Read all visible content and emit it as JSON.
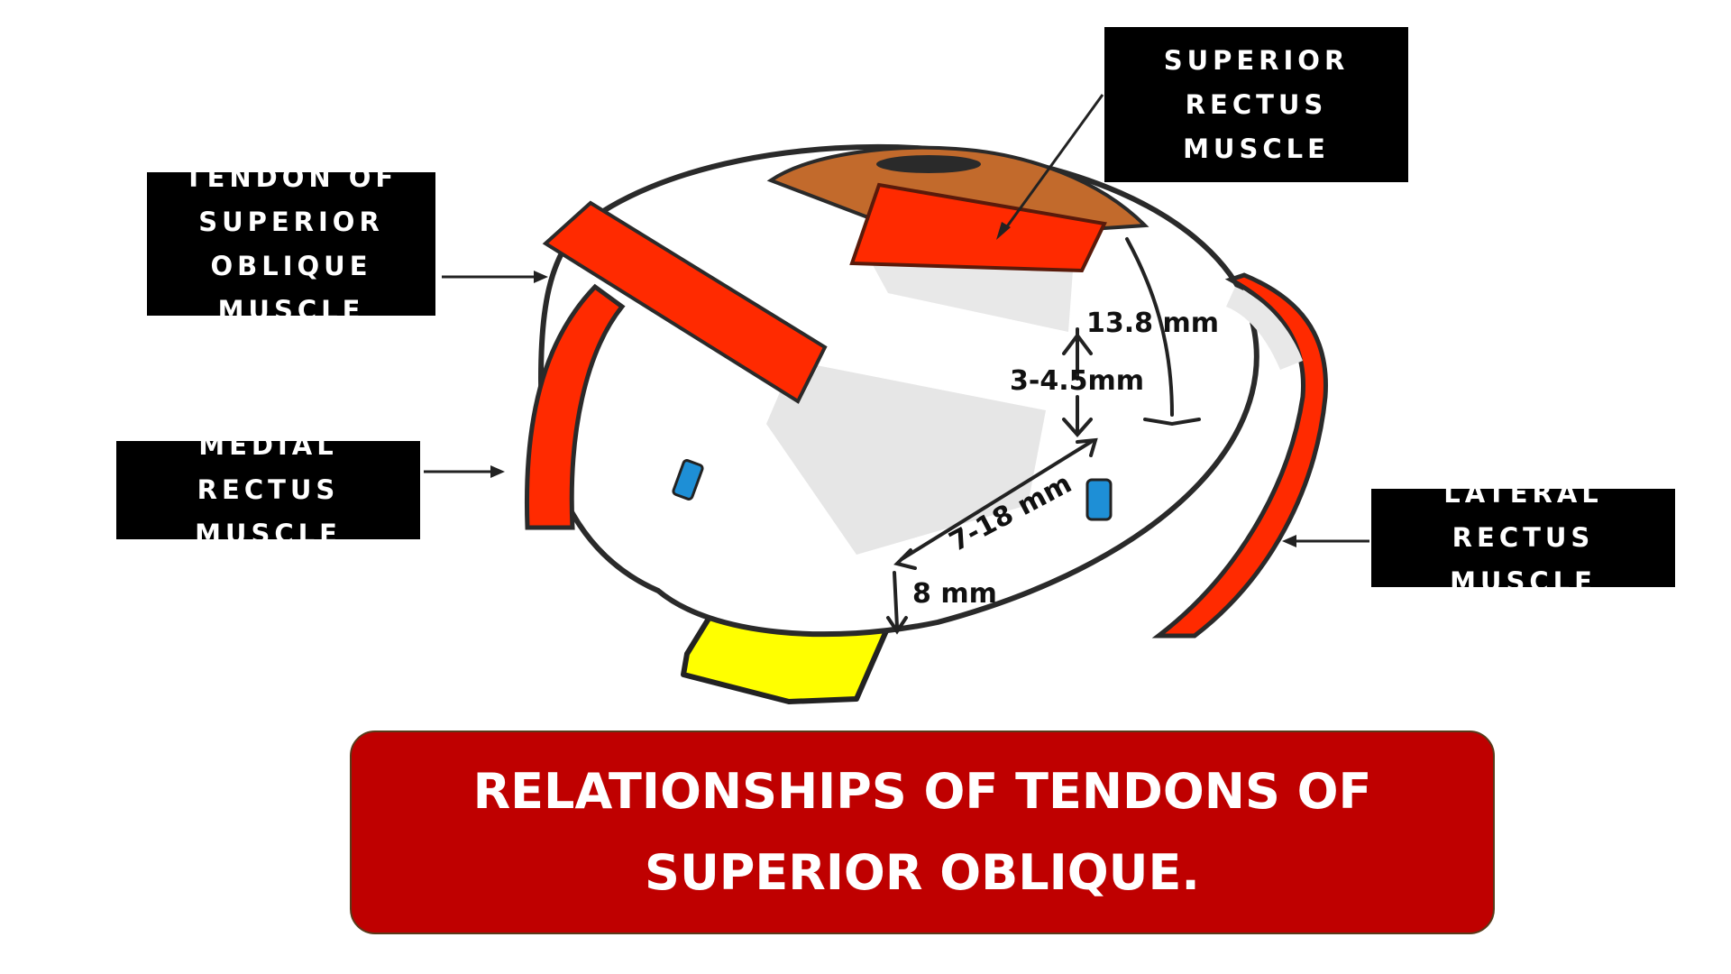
{
  "labels": {
    "superior_rectus": "SUPERIOR RECTUS MUSCLE",
    "tendon_superior_oblique": "TENDON OF SUPERIOR OBLIQUE MUSCLE",
    "medial_rectus": "MEDIAL RECTUS MUSCLE",
    "lateral_rectus": "LATERAL RECTUS MUSCLE"
  },
  "measurements": {
    "m1": "13.8 mm",
    "m2": "3-4.5mm",
    "m3": "7-18 mm",
    "m4": "8 mm"
  },
  "title": "RELATIONSHIPS OF TENDONS OF SUPERIOR OBLIQUE.",
  "colors": {
    "muscle": "#ff2a00",
    "tendon": "#e6e6e6",
    "cornea": "#c26a2c",
    "optic_nerve": "#ffff00",
    "vessel": "#1e8fd6",
    "title_bg": "#bf0000",
    "label_bg": "#000000"
  }
}
